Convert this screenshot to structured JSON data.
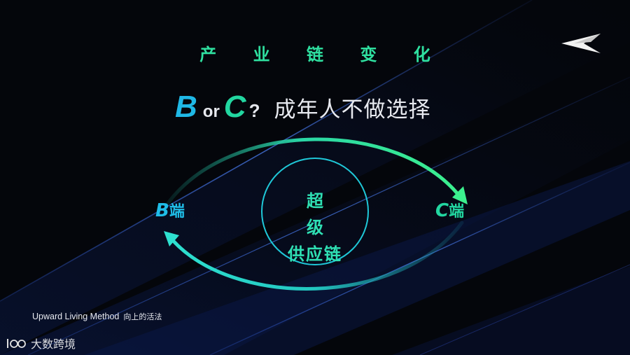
{
  "slide": {
    "title": "产 业 链 变 化",
    "headline": {
      "b": "B",
      "or": "or",
      "c": "C",
      "question": "?",
      "text": "成年人不做选择"
    }
  },
  "diagram": {
    "left_node": {
      "letter": "B",
      "suffix": "端"
    },
    "right_node": {
      "letter": "C",
      "suffix": "端"
    },
    "center": {
      "line1": "超级",
      "line2": "供应链"
    }
  },
  "footer": {
    "en": "Upward Living Method",
    "cn": "向上的活法"
  },
  "watermark": {
    "text": "大数跨境"
  },
  "colors": {
    "background": "#04060b",
    "accent_green": "#22d6a0",
    "accent_blue": "#1fb8e6",
    "title_green": "#2fe0a0",
    "circle_cyan": "#1fc8d8"
  },
  "icons": [
    "logo-arrow-icon",
    "watermark-logo-icon"
  ]
}
